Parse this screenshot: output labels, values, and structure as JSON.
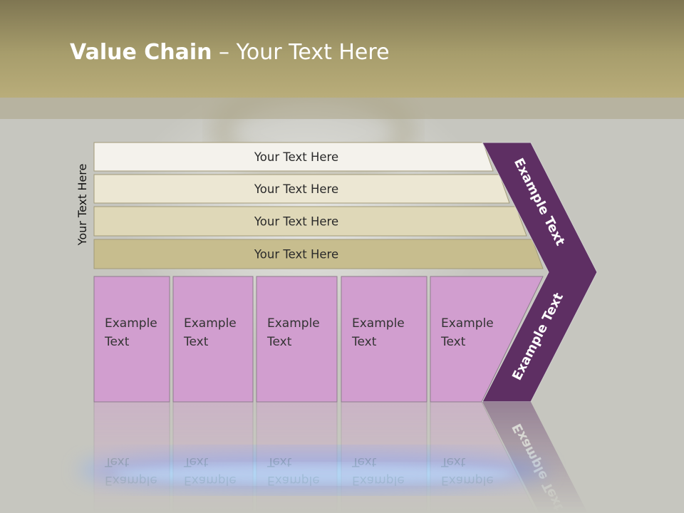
{
  "slide": {
    "title_bold": "Value Chain",
    "title_rest": " – Your Text Here"
  },
  "side_label": "Your Text Here",
  "support_bands": [
    {
      "label": "Your Text Here",
      "color": "#f4f2ec"
    },
    {
      "label": "Your Text Here",
      "color": "#ece7d3"
    },
    {
      "label": "Your Text Here",
      "color": "#dfd8b8"
    },
    {
      "label": "Your Text Here",
      "color": "#c7bd8e"
    }
  ],
  "primary_activities": [
    {
      "line1": "Example",
      "line2": "Text"
    },
    {
      "line1": "Example",
      "line2": "Text"
    },
    {
      "line1": "Example",
      "line2": "Text"
    },
    {
      "line1": "Example",
      "line2": "Text"
    },
    {
      "line1": "Example",
      "line2": "Text"
    }
  ],
  "margin_chevron": {
    "upper_label": "Example Text",
    "lower_label": "Example Text",
    "color": "#5e2f63"
  },
  "colors": {
    "header": "#a79d6c",
    "activity_fill": "#d19ecf",
    "background": "#c6c6bf"
  }
}
